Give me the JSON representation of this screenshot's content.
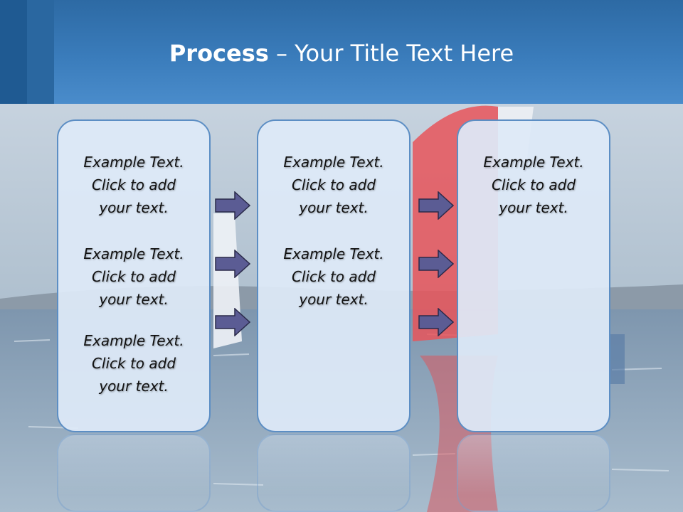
{
  "title": {
    "bold": "Process",
    "rest": " – Your Title Text Here"
  },
  "boxes": [
    {
      "items": [
        {
          "l1": "Example Text.",
          "l2": "Click  to add",
          "l3": "your text."
        },
        {
          "l1": "Example Text.",
          "l2": "Click  to add",
          "l3": "your text."
        },
        {
          "l1": "Example Text.",
          "l2": "Click  to add",
          "l3": "your text."
        }
      ]
    },
    {
      "items": [
        {
          "l1": "Example Text.",
          "l2": "Click  to add",
          "l3": "your text."
        },
        {
          "l1": "Example Text.",
          "l2": "Click  to add",
          "l3": "your text."
        }
      ]
    },
    {
      "items": [
        {
          "l1": "Example Text.",
          "l2": "Click  to add",
          "l3": "your text."
        }
      ]
    }
  ],
  "colors": {
    "header": "#3a7cbb",
    "box_border": "#5c8ec4",
    "arrow_fill": "#5b5c94",
    "sail": "#e8555a"
  }
}
